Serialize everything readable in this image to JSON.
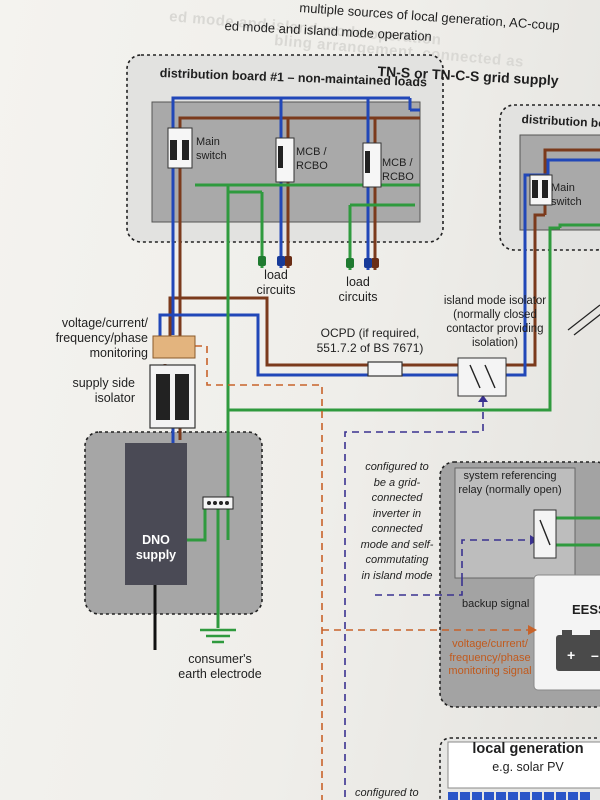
{
  "header": {
    "top_line_1": "multiple sources of local generation, AC-coup",
    "top_line_2": "ed mode and island mode operation",
    "ghost_1": "ed mode and island mode operation",
    "ghost_2": "bling arrangement, connected as",
    "grid_title": "TN-S or TN-C-S grid supply"
  },
  "boards": {
    "board1_title": "distribution board #1 – non-maintained loads",
    "board2_title": "distribution boar",
    "main_switch": "Main\nswitch",
    "mcb_rcbo": "MCB /\nRCBO",
    "board2_main_switch": "Main\nswitch"
  },
  "circuits": {
    "load_circuits": "load\ncircuits"
  },
  "components": {
    "monitoring": "voltage/current/\nfrequency/phase\nmonitoring",
    "supply_isolator": "supply side\nisolator",
    "dno_supply": "DNO\nsupply",
    "earth_electrode": "consumer's\nearth electrode",
    "ocpd": "OCPD (if required,\n551.7.2 of BS 7671)",
    "island_isolator": "island mode isolator\n(normally closed\ncontactor providing\nisolation)",
    "inverter_note": "configured to\nbe a grid-\nconnected\ninverter in\nconnected\nmode and self-\ncommutating\nin island mode",
    "system_relay": "system referencing\nrelay (normally open)",
    "backup_signal": "backup signal",
    "eess_label": "EESS",
    "monitoring_signal": "voltage/current/\nfrequency/phase\nmonitoring signal",
    "battery_plus": "+",
    "battery_minus": "–"
  },
  "local_generation": {
    "title": "local generation",
    "subtitle": "e.g. solar PV",
    "configured_note": "configured to"
  },
  "colors": {
    "live": "#7b3a1c",
    "neutral": "#2147b8",
    "earth": "#2f9a3e",
    "signal_purple": "#3a3290",
    "signal_orange": "#c8632a",
    "panel_grey": "#a9a9a9"
  }
}
